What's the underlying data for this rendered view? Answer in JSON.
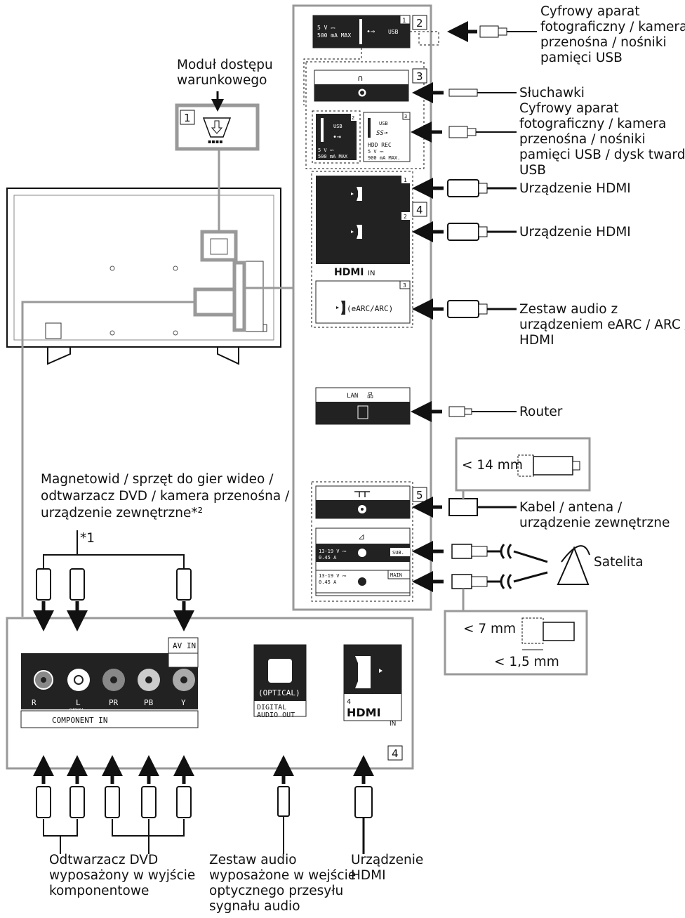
{
  "labels": {
    "cam_modul": [
      "Moduł dostępu",
      "warunkowego"
    ],
    "usb_top": [
      "Cyfrowy aparat",
      "fotograficzny / kamera",
      "przenośna / nośniki",
      "pamięci USB"
    ],
    "headphones": "Słuchawki",
    "usb_mid": [
      "Cyfrowy aparat",
      "fotograficzny / kamera",
      "przenośna / nośniki",
      "pamięci USB / dysk twardy",
      "USB"
    ],
    "hdmi1": "Urządzenie HDMI",
    "hdmi2": "Urządzenie HDMI",
    "hdmi3": [
      "Zestaw audio z",
      "urządzeniem eARC / ARC /",
      "HDMI"
    ],
    "router": "Router",
    "antenna": [
      "Kabel / antena /",
      "urządzenie zewnętrzne"
    ],
    "satellite": "Satelita",
    "vcr": [
      "Magnetowid / sprzęt do gier wideo /",
      "odtwarzacz DVD / kamera przenośna /",
      "urządzenie zewnętrzne*²"
    ],
    "footnote1": "*1",
    "dvd_component": [
      "Odtwarzacz DVD",
      "wyposażony w wyjście",
      "komponentowe"
    ],
    "optical_audio": [
      "Zestaw audio",
      "wyposażone w wejście",
      "optycznego przesyłu",
      "sygnału audio"
    ],
    "hdmi_device_bottom": [
      "Urządzenie",
      "HDMI"
    ]
  },
  "dimensions": {
    "lt14": "< 14 mm",
    "lt7": "< 7 mm",
    "lt15": "< 1,5 mm"
  },
  "callouts": [
    "1",
    "2",
    "3",
    "4",
    "5",
    "4"
  ],
  "port_texts": {
    "usb1_power": "5 V ⎓",
    "usb1_current": "500 mA MAX",
    "usb1_name": "USB",
    "usb1_num": "1",
    "usb2_name": "USB",
    "usb2_num": "2",
    "usb2_power": "5 V ⎓",
    "usb2_current": "500 mA MAX",
    "usb3_name": "USB",
    "usb3_num": "3",
    "usb3_hdd": "HDD REC",
    "usb3_power": "5 V ⎓",
    "usb3_current": "900 mA MAX.",
    "hdmi_num1": "1",
    "hdmi_num2": "2",
    "hdmi_num3": "3",
    "hdmi_logo": "HDMI",
    "hdmi_in": "IN",
    "earc": "(eARC/ARC)",
    "lan": "LAN",
    "sat_sub": "SUB.",
    "sat_main": "MAIN",
    "sat_power1": "13-19 V ⎓",
    "sat_amp1": "0.45 A",
    "sat_power2": "13-19 V ⎓",
    "sat_amp2": "0.45 A",
    "av_in": "AV IN",
    "jack_r": "R",
    "jack_l": "L",
    "jack_mono": "(MONO)",
    "jack_pr": "PR",
    "jack_pb": "PB",
    "jack_y": "Y",
    "component_in": "COMPONENT IN",
    "optical": "(OPTICAL)",
    "digital": "DIGITAL",
    "audio_out": "AUDIO OUT",
    "hdmi4_num": "4",
    "hdmi4_logo": "HDMI",
    "hdmi4_in": "IN"
  }
}
